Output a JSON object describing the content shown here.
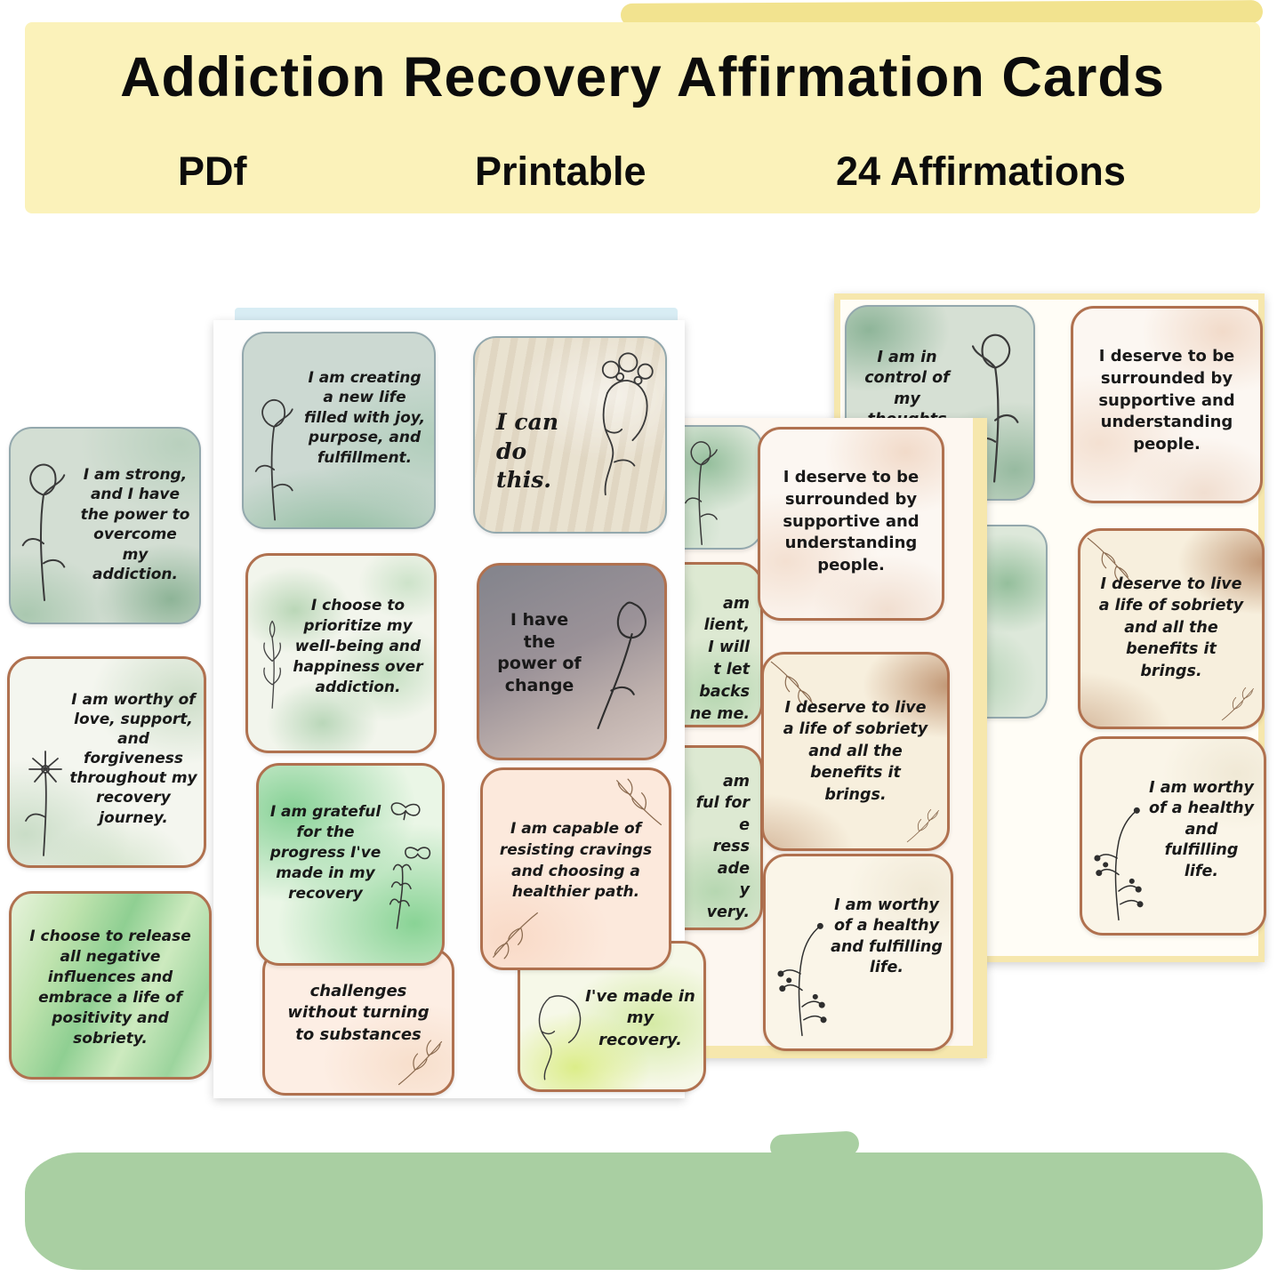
{
  "banner": {
    "title": "Addiction Recovery Affirmation Cards",
    "format_label": "PDf",
    "printable_label": "Printable",
    "count_label": "24 Affirmations"
  },
  "cards": {
    "strong": "I am strong, and I have the power to overcome my addiction.",
    "worthy_love": "I am worthy of love, support, and forgiveness throughout my recovery journey.",
    "release_negative": "I choose to release all negative influences and embrace a life of positivity and sobriety.",
    "new_life": "I am creating a new life filled with joy, purpose, and fulfillment.",
    "prioritize": "I choose to prioritize my well-being and happiness over addiction.",
    "grateful": "I am grateful for the progress I've made in my recovery",
    "challenges_partial": "challenges without turning to substances",
    "can_do": "I can do this.",
    "power_of_change": "I have the power of change",
    "capable": "I am capable of resisting cravings and choosing a healthier path.",
    "made_recovery_partial": "I've made in my recovery.",
    "in_control": "I am in control of my thoughts",
    "surrounded": "I deserve to be surrounded by supportive and understanding people.",
    "sobriety_benefits": "I deserve to live a life of sobriety and all the benefits it brings.",
    "healthy_life": "I am worthy of a healthy and fulfilling life.",
    "resilient_fragment": "am\nlient,\nI will\nt let\nbacks\nne me.",
    "grateful_fragment": "am\nful for\ne\nress\nade\ny\nvery."
  },
  "colors": {
    "banner_yellow": "#fbf2ba",
    "accent_green": "#a9cfa2",
    "card_border_copper": "#b0714f",
    "page_border_yellow": "#f6e7ad"
  },
  "icons": [
    "flower-line-art",
    "dandelion-line-art",
    "plant-sprig-line-art",
    "butterfly-line-art",
    "leaf-sprig-line-art",
    "woman-flowers-line-art",
    "tulip-line-art",
    "berry-branch-line-art",
    "face-line-art"
  ]
}
